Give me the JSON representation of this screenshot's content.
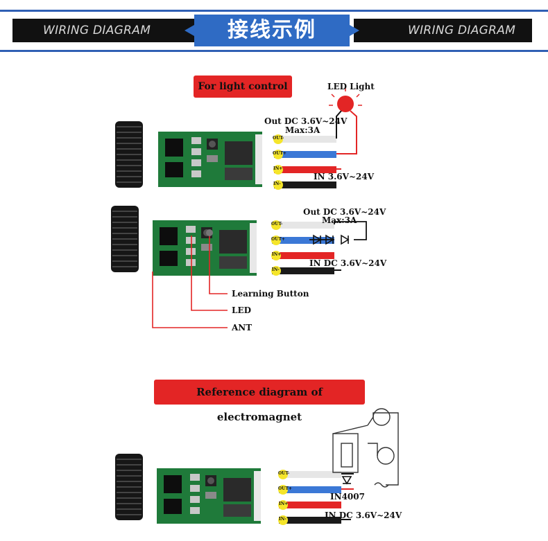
{
  "header": {
    "left_subtitle": "WIRING DIAGRAM",
    "right_subtitle": "WIRING DIAGRAM",
    "title": "接线示例",
    "colors": {
      "accent": "#2f6bc4",
      "bar": "#111111",
      "line": "#2f5fb4"
    }
  },
  "section1": {
    "badge": "For light control",
    "led_light_label": "LED Light",
    "out_label": "Out DC 3.6V~24V",
    "max_label": "Max:3A",
    "in_label": "IN 3.6V~24V"
  },
  "section2": {
    "out_label": "Out DC 3.6V~24V",
    "max_label": "Max:3A",
    "in_label": "IN DC 3.6V~24V",
    "learning_button": "Learning Button",
    "led": "LED",
    "ant": "ANT"
  },
  "section3": {
    "badge": "Reference diagram of electromagnet",
    "diode_label": "IN4007",
    "in_label": "IN DC 3.6V~24V"
  },
  "terminals": [
    "OUT-",
    "OUT+",
    "IN+",
    "IN-"
  ],
  "colors": {
    "red": "#e32525",
    "blue": "#3b78d6",
    "yellow": "#f5e52a",
    "board": "#1f7a3a"
  }
}
